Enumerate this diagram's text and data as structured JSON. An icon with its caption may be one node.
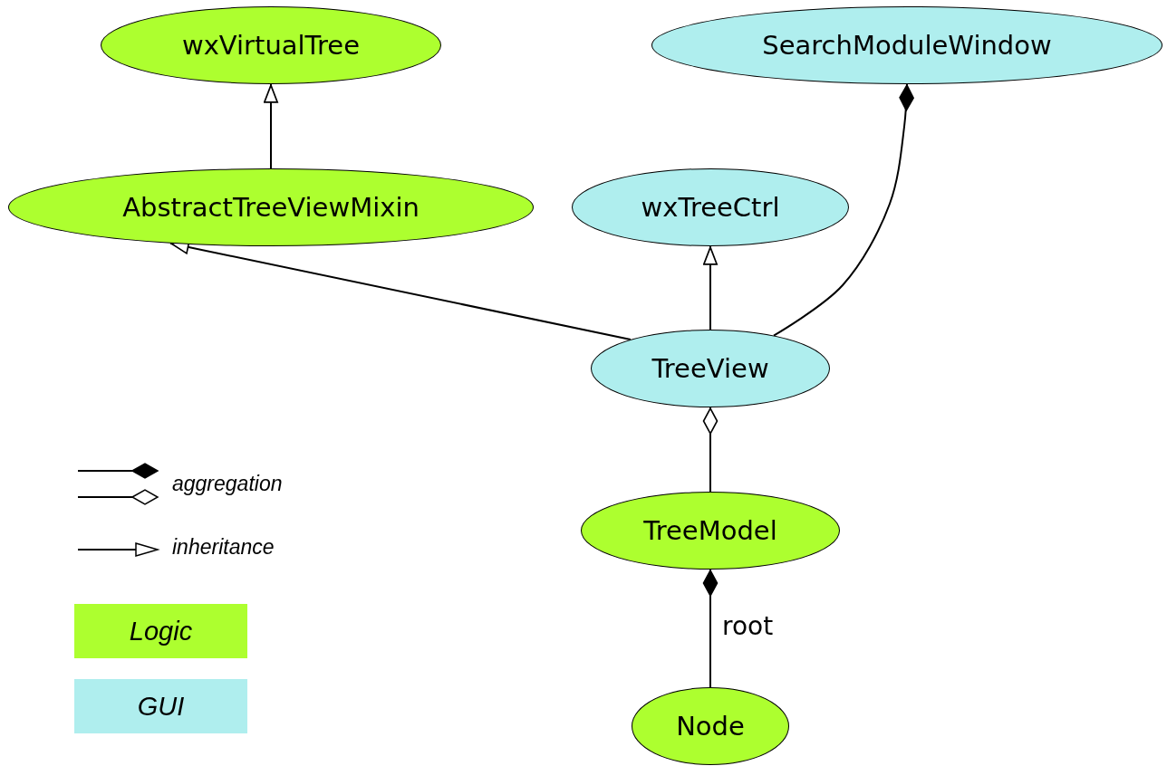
{
  "diagram": {
    "nodes": [
      {
        "text": [
          "wxVirtualTree"
        ]
      },
      {
        "text": [
          "SearchModuleWindow"
        ]
      },
      {
        "text": [
          "AbstractTreeViewMixin"
        ]
      },
      {
        "text": [
          "wxTreeCtrl"
        ]
      },
      {
        "text": [
          "TreeView"
        ]
      },
      {
        "text": [
          "TreeModel"
        ]
      },
      {
        "text": [
          "Node"
        ]
      }
    ],
    "edges": [
      {
        "from": 2,
        "to": 0,
        "arrow": "to"
      },
      {
        "from": 4,
        "to": 2,
        "arrow": "to"
      },
      {
        "from": 4,
        "to": 3,
        "arrow": "to"
      },
      {
        "from": 4,
        "to": 1,
        "arrow": "other"
      },
      {
        "from": 5,
        "to": 4,
        "arrow": "other"
      },
      {
        "from": 6,
        "to": 5,
        "arrow": "other",
        "label": "root"
      }
    ],
    "legend": [
      {
        "text": "aggregation"
      },
      {
        "text": "inheritance"
      },
      {
        "text": "Logic",
        "color": "#adff2f"
      },
      {
        "text": "GUI",
        "color": "#afeeee"
      }
    ]
  }
}
